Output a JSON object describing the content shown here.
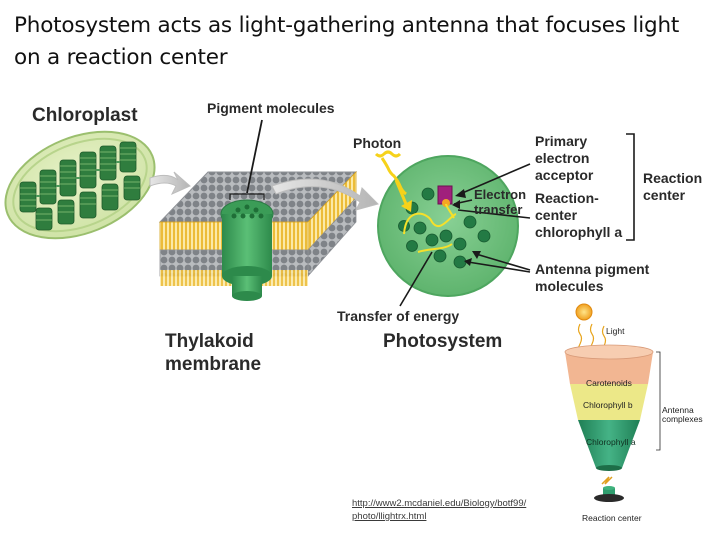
{
  "slide": {
    "title": "Photosystem acts as light-gathering antenna that focuses light on a reaction center"
  },
  "main_figure": {
    "chloroplast_label": "Chloroplast",
    "pigment_molecules_label": "Pigment molecules",
    "photon_label": "Photon",
    "thylakoid_label_line1": "Thylakoid",
    "thylakoid_label_line2": "membrane",
    "photosystem_label": "Photosystem",
    "transfer_energy_label": "Transfer of energy",
    "primary_acceptor_lines": [
      "Primary",
      "electron",
      "acceptor"
    ],
    "electron_transfer_lines": [
      "Electron",
      "transfer"
    ],
    "reaction_center_chl_lines": [
      "Reaction-",
      "center",
      "chlorophyll a"
    ],
    "reaction_center_bracket_lines": [
      "Reaction",
      "center"
    ],
    "antenna_pigment_lines": [
      "Antenna pigment",
      "molecules"
    ]
  },
  "funnel_figure": {
    "light_label": "Light",
    "layers": [
      "Carotenoids",
      "Chlorophyll b",
      "Chlorophyll a"
    ],
    "antenna_label_lines": [
      "Antenna",
      "complexes"
    ],
    "reaction_center_label": "Reaction center"
  },
  "source": {
    "link_lines": [
      "http://www2.mcdaniel.edu/Biology/botf99/",
      "photo/llightrx.html"
    ]
  },
  "colors": {
    "membrane_head": "#8a8d92",
    "membrane_tail": "#f2c230",
    "pigment_green": "#2f9c57",
    "photosystem_fill": "#71c27f",
    "photon_yellow": "#f6d21a",
    "funnel_top": "#f2b692",
    "funnel_mid": "#ece888",
    "funnel_bottom": "#2f9d6e"
  }
}
